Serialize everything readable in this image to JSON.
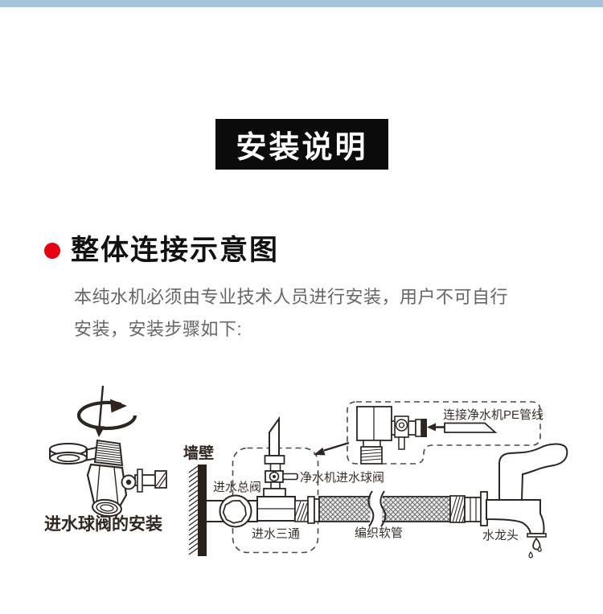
{
  "page": {
    "background": "#ffffff",
    "top_band_color": "#a7c2dc"
  },
  "header_box": {
    "label": "安装说明",
    "background": "#0b0b0b",
    "text_color": "#ffffff"
  },
  "section": {
    "bullet_color": "#e60012",
    "title": "整体连接示意图",
    "note_line1": "本纯水机必须由专业技术人员进行安装，用户不可自行",
    "note_line2": "安装，安装步骤如下:"
  },
  "diagram": {
    "ink_color": "#2e2520",
    "labels": {
      "ball_valve_install": "进水球阀的安装",
      "wall": "墙壁",
      "main_inlet_valve": "进水总阀",
      "purifier_inlet_ball_valve": "净水机进水球阀",
      "inlet_tee": "进水三通",
      "braided_hose": "编织软管",
      "faucet": "水龙头",
      "connect_pe_tube": "连接净水机PE管线"
    },
    "icons": {
      "rotation_arrow": "circular rotation arrow",
      "pointer_arrow": "callout pointer arrow",
      "left_arrow": "insert direction arrow",
      "water_drops": "dripping water"
    }
  }
}
